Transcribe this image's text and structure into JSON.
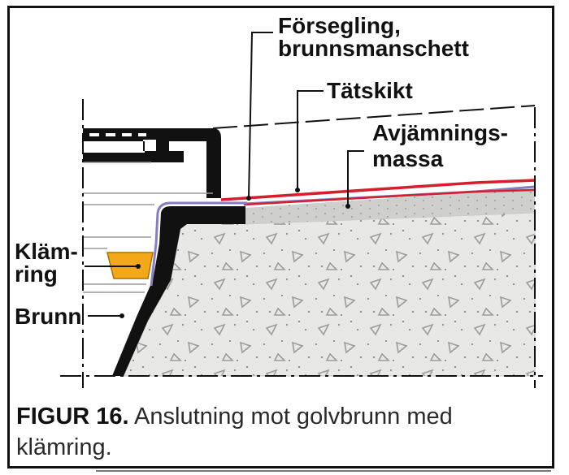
{
  "labels": {
    "sealing_line1": "Försegling,",
    "sealing_line2": "brunnsmanschett",
    "membrane": "Tätskikt",
    "leveling_line1": "Avjämnings-",
    "leveling_line2": "massa",
    "clamp_line1": "Kläm-",
    "clamp_line2": "ring",
    "drain": "Brunn"
  },
  "caption": {
    "figure": "FIGUR 16.",
    "text": " Anslutning mot golvbrunn med klämring."
  },
  "colors": {
    "membrane": "#d81e2c",
    "sealing": "#8a7cc4",
    "clamp_ring": "#f2a818",
    "concrete": "#e8e8e6",
    "leveling": "#cfcfcd",
    "drain": "#111111"
  }
}
